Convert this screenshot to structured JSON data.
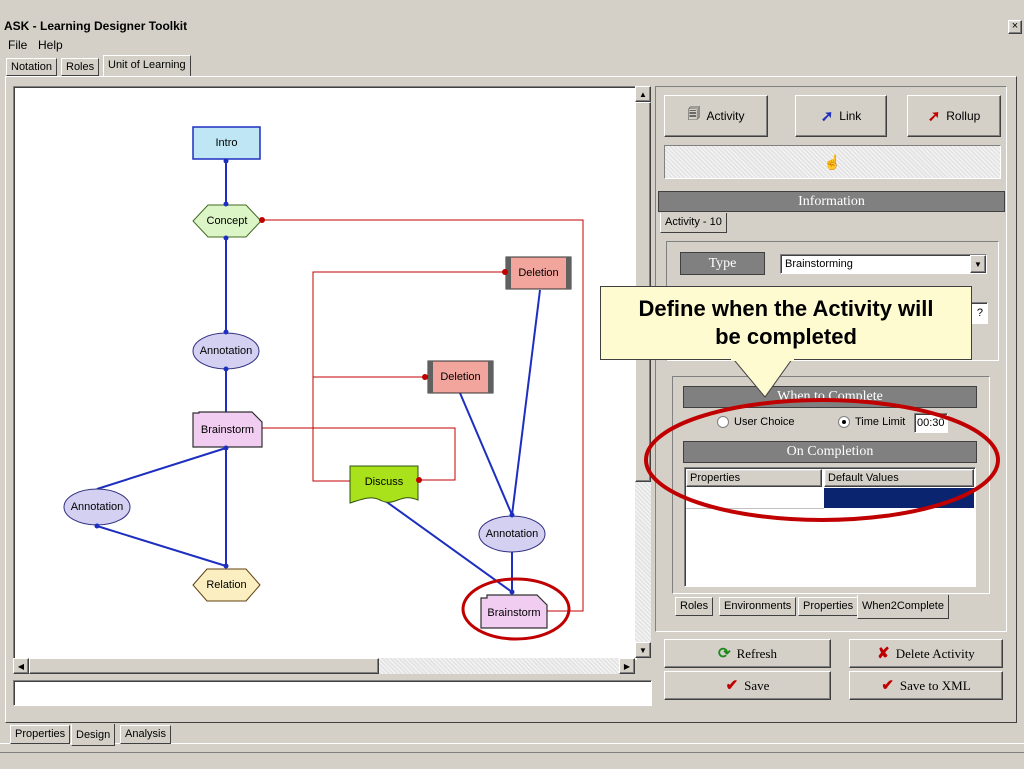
{
  "window": {
    "title": "ASK - Learning Designer Toolkit",
    "close": "×"
  },
  "menu": {
    "file": "File",
    "help": "Help"
  },
  "top_tabs": {
    "notation": "Notation",
    "roles": "Roles",
    "unit": "Unit of Learning"
  },
  "diagram": {
    "nodes": {
      "intro": "Intro",
      "concept": "Concept",
      "annotation1": "Annotation",
      "brainstorm1": "Brainstorm",
      "annotation2": "Annotation",
      "relation": "Relation",
      "discuss": "Discuss",
      "deletion1": "Deletion",
      "deletion2": "Deletion",
      "annotation3": "Annotation",
      "brainstorm2": "Brainstorm"
    }
  },
  "toolbar": {
    "activity": "Activity",
    "link": "Link",
    "rollup": "Rollup"
  },
  "information": {
    "header": "Information",
    "tab": "Activity - 10",
    "type_label": "Type",
    "type_value": "Brainstorming",
    "hidden_field_tail": "?"
  },
  "callout": {
    "text": "Define when the Activity will be completed"
  },
  "when_complete": {
    "header": "When to Complete",
    "user_choice": "User Choice",
    "time_limit": "Time Limit",
    "time_value": "00:30"
  },
  "on_completion": {
    "header": "On Completion",
    "columns": [
      "Properties",
      "Default Values"
    ]
  },
  "inner_tabs": {
    "roles": "Roles",
    "environments": "Environments",
    "properties": "Properties",
    "when2complete": "When2Complete"
  },
  "buttons": {
    "refresh": "Refresh",
    "delete_activity": "Delete Activity",
    "save": "Save",
    "save_xml": "Save to XML"
  },
  "bottom_tabs": {
    "properties": "Properties",
    "design": "Design",
    "analysis": "Analysis"
  },
  "colors": {
    "accent_red": "#c00000",
    "link_blue": "#1e2fbf",
    "title_bar": "#d4d0c8"
  }
}
